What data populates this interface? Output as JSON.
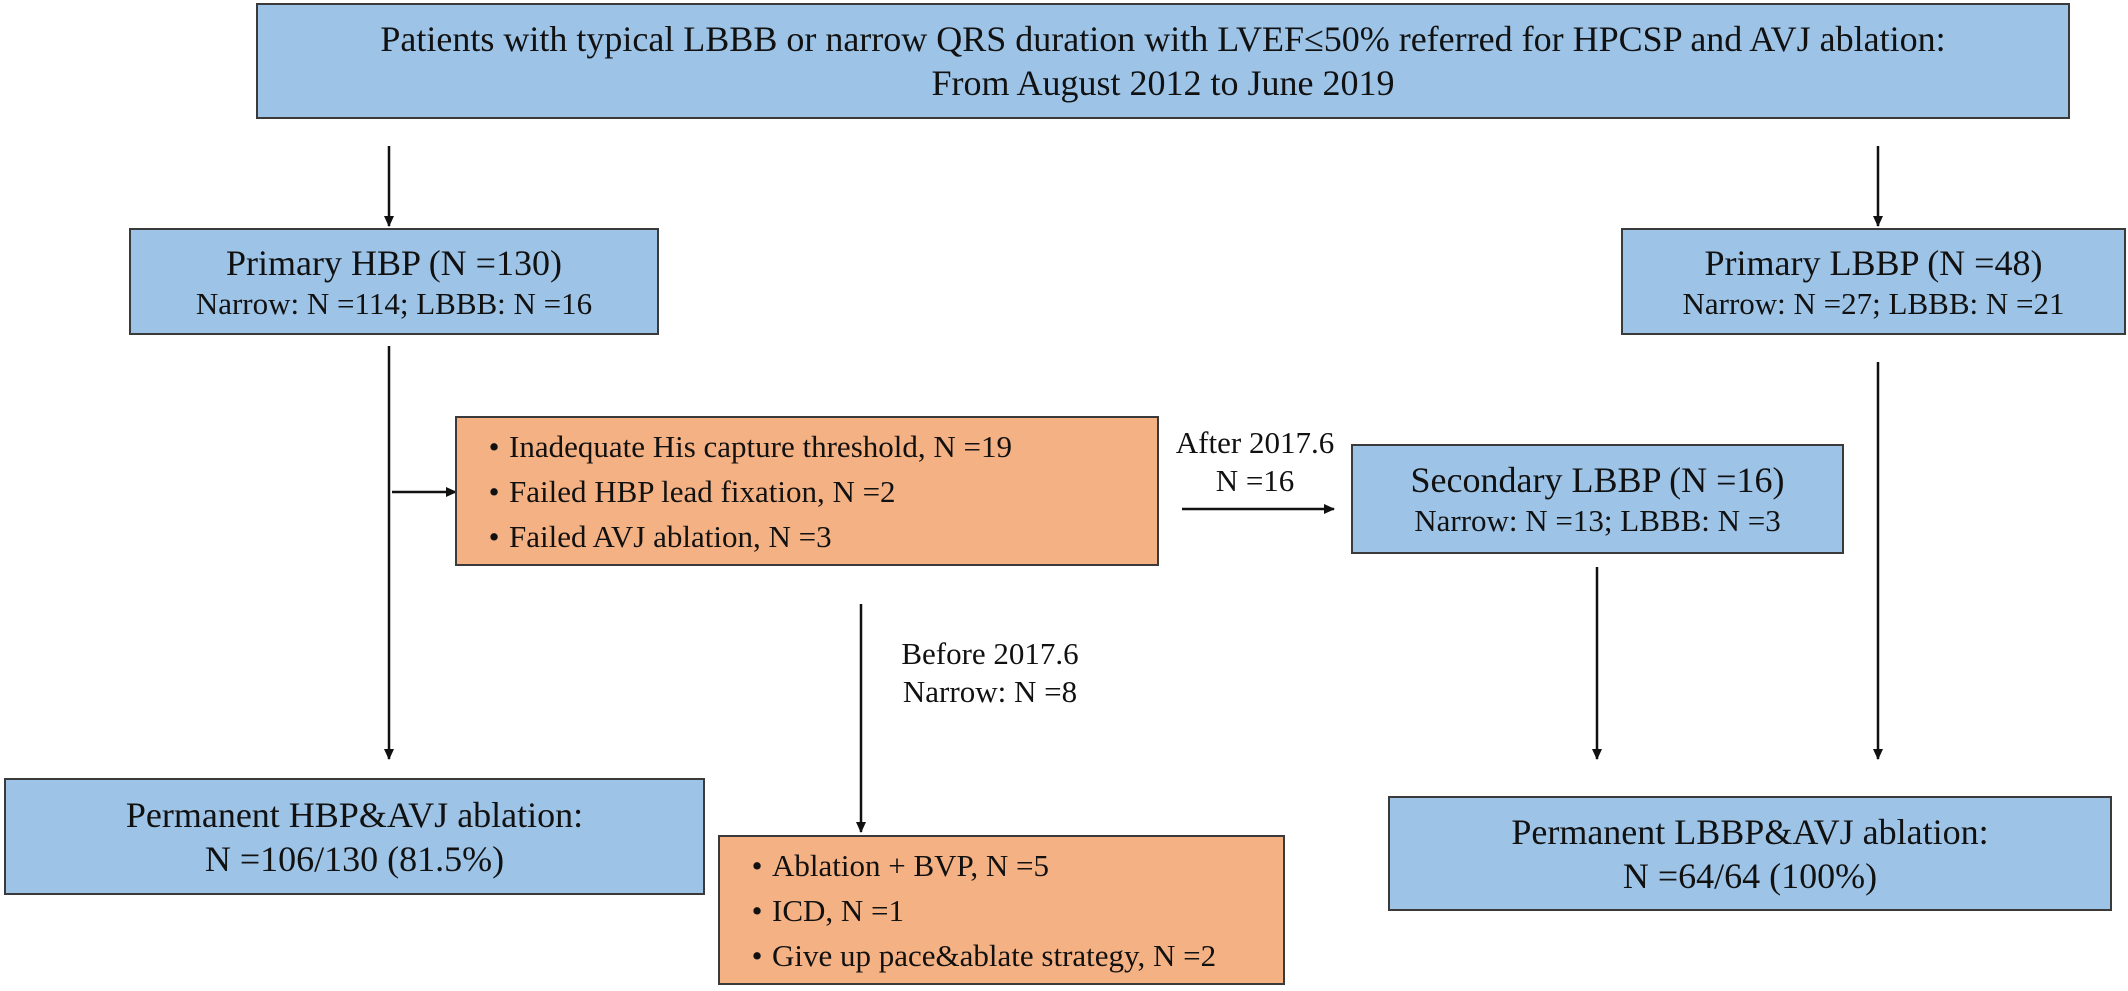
{
  "top": {
    "line1": "Patients with typical LBBB or narrow QRS duration with LVEF≤50% referred for HPCSP and AVJ ablation:",
    "line2": "From August 2012 to June 2019"
  },
  "primary_hbp": {
    "title": "Primary HBP (N =130)",
    "subtitle": "Narrow: N =114; LBBB: N =16"
  },
  "primary_lbbp": {
    "title": "Primary LBBP (N =48)",
    "subtitle": "Narrow: N =27; LBBB: N =21"
  },
  "failures": {
    "items": [
      "Inadequate His capture threshold, N =19",
      "Failed HBP lead fixation, N =2",
      "Failed AVJ ablation, N =3"
    ]
  },
  "after_label": {
    "line1": "After 2017.6",
    "line2": "N =16"
  },
  "secondary_lbbp": {
    "title": "Secondary LBBP (N =16)",
    "subtitle": "Narrow: N =13; LBBB: N =3"
  },
  "before_label": {
    "line1": "Before 2017.6",
    "line2": "Narrow: N =8"
  },
  "permanent_hbp": {
    "line1": "Permanent HBP&AVJ ablation:",
    "line2": "N =106/130 (81.5%)"
  },
  "alternatives": {
    "items": [
      "Ablation + BVP, N =5",
      "ICD, N =1",
      "Give up pace&ablate strategy, N =2"
    ]
  },
  "permanent_lbbp": {
    "line1": "Permanent LBBP&AVJ ablation:",
    "line2": "N =64/64 (100%)"
  },
  "colors": {
    "blue_box": "#9dc3e6",
    "orange_box": "#f4b183",
    "border": "#3a3a3a"
  }
}
